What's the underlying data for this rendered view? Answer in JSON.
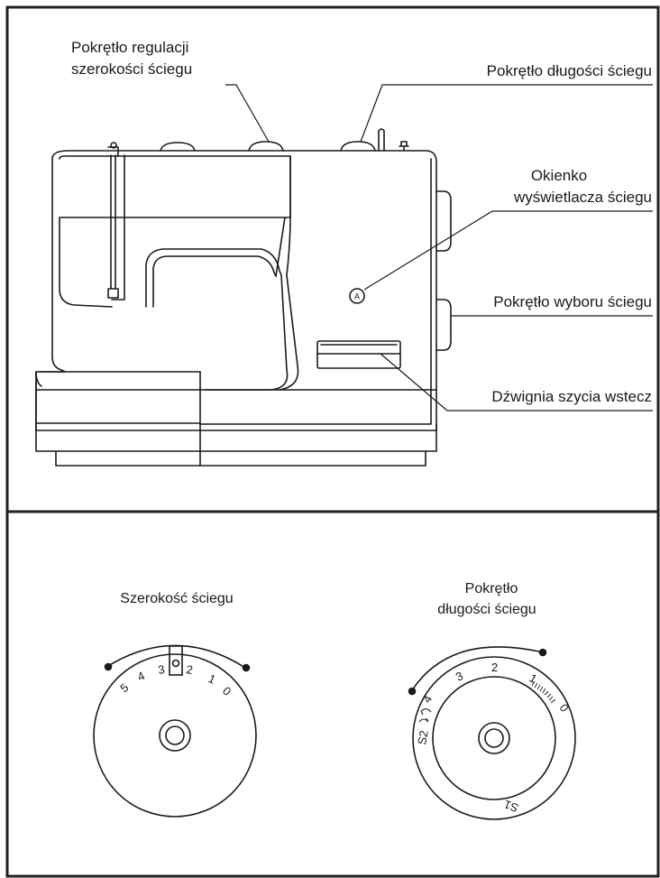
{
  "top_panel": {
    "labels": {
      "stitch_width_knob": [
        "Pokrętło regulacji",
        "szerokości ściegu"
      ],
      "stitch_length_knob": "Pokrętło długości ściegu",
      "stitch_display_window": [
        "Okienko",
        "wyświetlacza ściegu"
      ],
      "stitch_selector_knob": "Pokrętło wyboru ściegu",
      "reverse_lever": "Dźwignia szycia wstecz"
    },
    "marker": "A"
  },
  "bottom_panel": {
    "width_dial": {
      "title": "Szerokość ściegu",
      "numbers": [
        "5",
        "4",
        "3",
        "2",
        "1",
        "0"
      ]
    },
    "length_dial": {
      "title": [
        "Pokrętło",
        "długości ściegu"
      ],
      "numbers": [
        "4",
        "3",
        "2",
        "1",
        "0"
      ],
      "s_labels": [
        "S2",
        "S1"
      ]
    }
  },
  "colors": {
    "line": "#1a1a1a",
    "frame": "#222222",
    "background": "#ffffff"
  }
}
